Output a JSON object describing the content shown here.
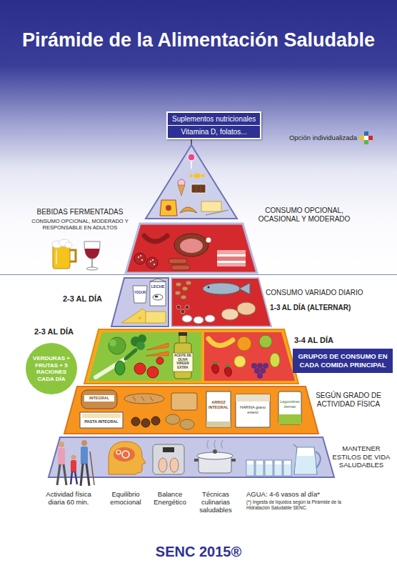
{
  "diagram": {
    "title": "Pirámide de la Alimentación Saludable",
    "caption": "SENC 2015®",
    "nodes": [
      {
        "text": [
          "Suplementos nutricionales",
          "Vitamina D, folatos..."
        ]
      },
      {
        "text": [
          "VERDURAS + FRUTAS + 5 RACIONES CADA DÍA"
        ]
      },
      {
        "text": [
          "GRUPOS DE CONSUMO EN CADA COMIDA PRINCIPAL"
        ]
      }
    ],
    "labels": [
      "Opción individualizada",
      "BEBIDAS FERMENTADAS",
      "CONSUMO OPCIONAL, MODERADO Y RESPONSABLE EN ADULTOS",
      "CONSUMO OPCIONAL, OCASIONAL Y MODERADO",
      "2-3 AL DÍA",
      "YOGUR",
      "LECHE",
      "CONSUMO VARIADO DIARIO",
      "1-3 AL DÍA (ALTERNAR)",
      "2-3 AL DÍA",
      "ACEITE DE OLIVA VIRGEN EXTRA",
      "3-4 AL DÍA",
      "INTEGRAL",
      "PASTA INTEGRAL",
      "ARROZ INTEGRAL",
      "HARINA grano entero",
      "Legumbres tiernas",
      "SEGÚN GRADO DE ACTIVIDAD FÍSICA",
      "MANTENER ESTILOS DE VIDA SALUDABLES",
      "Actividad física diaria 60 min.",
      "Equilibrio emocional",
      "Balance Energético",
      "Técnicas culinarias saludables",
      "AGUA: 4-6 vasos al día*",
      "(*) Ingesta de líquidos según la Pirámide de la Hidratación Saludable SENC."
    ]
  }
}
